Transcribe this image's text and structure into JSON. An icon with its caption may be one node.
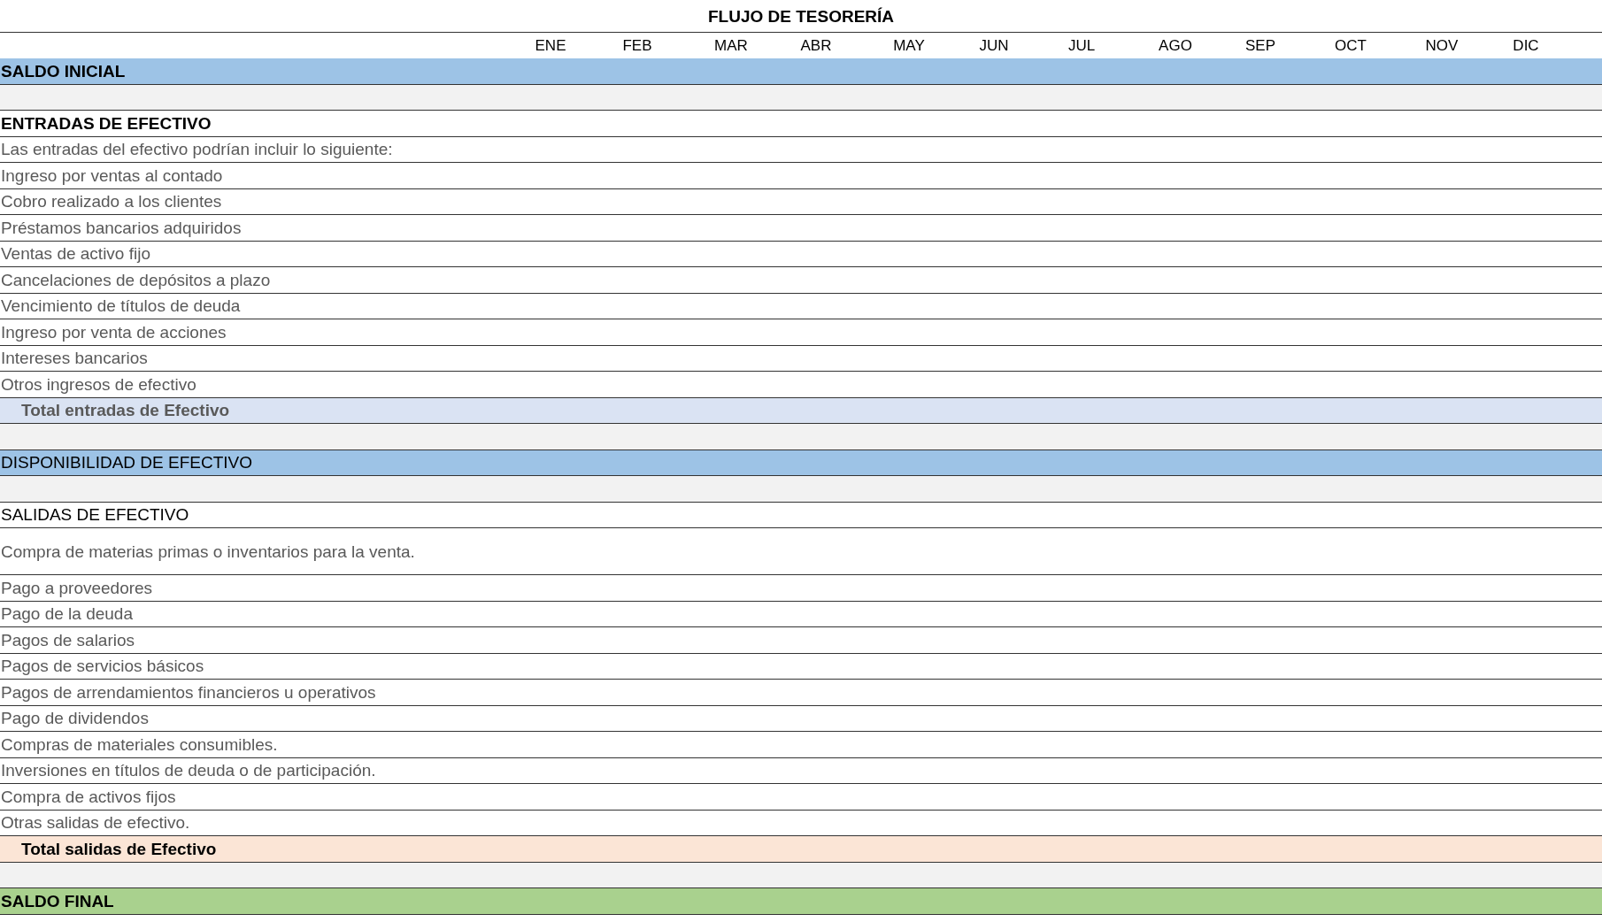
{
  "diagram": {
    "title": "FLUJO DE TESORERÍA",
    "labels": [
      "ENE",
      "FEB",
      "MAR",
      "ABR",
      "MAY",
      "JUN",
      "JUL",
      "AGO",
      "SEP",
      "OCT",
      "NOV",
      "DIC",
      "SALDO INICIAL",
      "ENTRADAS DE EFECTIVO",
      "Las entradas del efectivo podrían incluir lo siguiente:",
      "Ingreso por ventas al contado",
      "Cobro realizado a los clientes",
      "Préstamos bancarios adquiridos",
      "Ventas de activo fijo",
      "Cancelaciones de depósitos a plazo",
      "Vencimiento de títulos de deuda",
      "Ingreso por venta de acciones",
      "Intereses bancarios",
      "Otros ingresos de efectivo",
      "Total entradas de Efectivo",
      "DISPONIBILIDAD DE EFECTIVO",
      "SALIDAS DE EFECTIVO",
      "Compra de materias primas o inventarios para la venta.",
      "Pago a proveedores",
      "Pago de la deuda",
      "Pagos de salarios",
      "Pagos de servicios básicos",
      "Pagos de arrendamientos financieros u operativos",
      "Pago de dividendos",
      "Compras de materiales consumibles.",
      "Inversiones en títulos de deuda o de participación.",
      "Compra de activos fijos",
      "Otras salidas de efectivo.",
      "Total salidas de Efectivo",
      "SALDO FINAL"
    ]
  }
}
